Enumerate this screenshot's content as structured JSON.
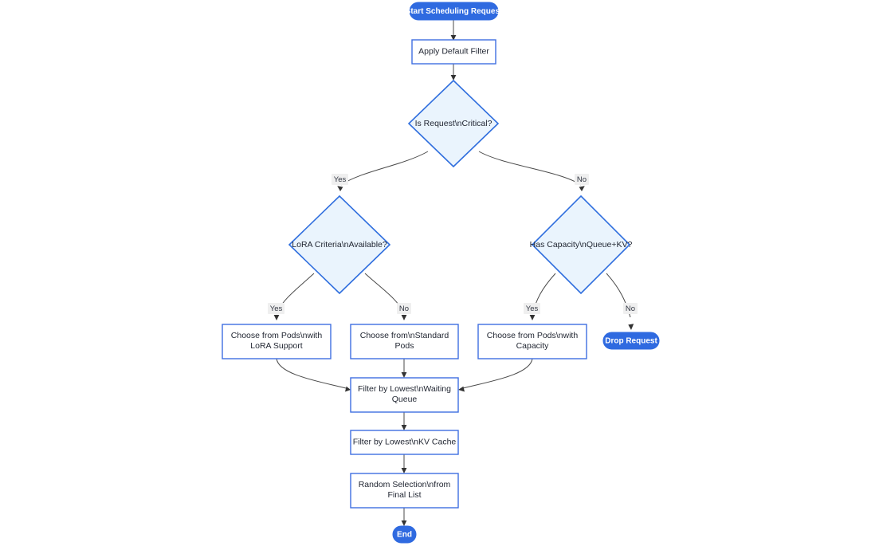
{
  "diagram": {
    "title": "Start Scheduling Request",
    "type": "flowchart",
    "direction": "top-down",
    "colors": {
      "terminal_fill": "#2f6ae0",
      "terminal_text": "#ffffff",
      "decision_fill": "#eaf4fd",
      "decision_stroke": "#2f6ede",
      "process_fill": "#ffffff",
      "process_stroke": "#3f6ee0",
      "process_text": "#1f2430",
      "edge_stroke": "#4a4a4a",
      "edge_label_bg": "#efefef",
      "canvas_bg": "#ffffff"
    }
  },
  "nodes": {
    "start": {
      "label": "Start Scheduling Request",
      "shape": "terminal"
    },
    "apply_default_filter": {
      "label": "Apply Default Filter",
      "shape": "process"
    },
    "is_request_critical": {
      "label": "Is Request\\nCritical?",
      "shape": "decision"
    },
    "lora_criteria_available": {
      "label": "LoRA Criteria\\nAvailable?",
      "shape": "decision"
    },
    "has_capacity": {
      "label": "Has Capacity\\nQueue+KV?",
      "shape": "decision"
    },
    "choose_lora_pods": {
      "label_line1": "Choose from Pods\\nwith",
      "label_line2": "LoRA Support",
      "shape": "process"
    },
    "choose_standard_pods": {
      "label_line1": "Choose from\\nStandard",
      "label_line2": "Pods",
      "shape": "process"
    },
    "choose_capacity_pods": {
      "label_line1": "Choose from Pods\\nwith",
      "label_line2": "Capacity",
      "shape": "process"
    },
    "drop_request": {
      "label": "Drop Request",
      "shape": "terminal"
    },
    "filter_waiting_queue": {
      "label_line1": "Filter by Lowest\\nWaiting",
      "label_line2": "Queue",
      "shape": "process"
    },
    "filter_kv_cache": {
      "label": "Filter by Lowest\\nKV Cache",
      "shape": "process"
    },
    "random_selection": {
      "label_line1": "Random Selection\\nfrom",
      "label_line2": "Final List",
      "shape": "process"
    },
    "end": {
      "label": "End",
      "shape": "terminal"
    }
  },
  "edge_labels": {
    "critical_yes": "Yes",
    "critical_no": "No",
    "lora_yes": "Yes",
    "lora_no": "No",
    "capacity_yes": "Yes",
    "capacity_no": "No"
  }
}
